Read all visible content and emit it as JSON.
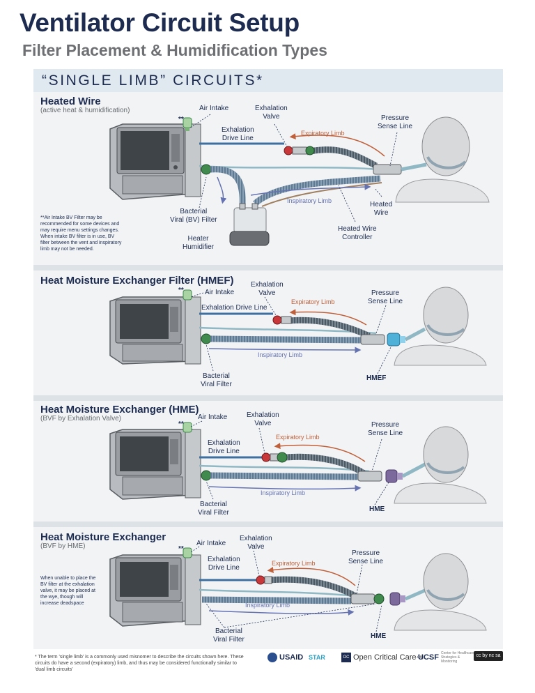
{
  "header": {
    "title": "Ventilator Circuit Setup",
    "subtitle": "Filter Placement & Humidification Types"
  },
  "banner": "“SINGLE LIMB” CIRCUITS*",
  "colors": {
    "navy": "#1c2b4f",
    "expiratory": "#c0603a",
    "inspiratory": "#6572b0",
    "filter_green": "#3f8a4c",
    "hmef_blue": "#4fb0d8",
    "hme_purple": "#7d6a9c",
    "valve_red": "#c8373a"
  },
  "sections": {
    "s1": {
      "title": "Heated Wire",
      "subtitle": "(active heat & humidification)",
      "stars": "**",
      "labels": {
        "air_intake": "Air Intake",
        "exhalation_valve": "Exhalation\nValve",
        "exhalation_drive_line": "Exhalation\nDrive Line",
        "pressure_sense_line": "Pressure\nSense Line",
        "expiratory_limb": "Expiratory Limb",
        "inspiratory_limb": "Inspiratory Limb",
        "heated_wire": "Heated\nWire",
        "bacterial_filter": "Bacterial\nViral (BV) Filter",
        "heater_humidifier": "Heater\nHumidifier",
        "heated_wire_controller": "Heated Wire\nController"
      },
      "note": "**Air Intake BV Filter  may be recommended for some devices and may require menu settings changes. When intake BV filter is in use, BV filter between the vent and inspiratory limb may not be needed."
    },
    "s2": {
      "title": "Heat Moisture Exchanger Filter (HMEF)",
      "stars": "**",
      "labels": {
        "air_intake": "Air Intake",
        "exhalation_valve": "Exhalation\nValve",
        "exhalation_drive_line": "Exhalation Drive Line",
        "expiratory_limb": "Expiratory Limb",
        "pressure_sense_line": "Pressure\nSense Line",
        "inspiratory_limb": "Inspiratory Limb",
        "bacterial_filter": "Bacterial\nViral Filter",
        "device": "HMEF"
      }
    },
    "s3": {
      "title": "Heat Moisture Exchanger (HME)",
      "subtitle": "(BVF by Exhalation Valve)",
      "stars": "**",
      "labels": {
        "air_intake": "Air Intake",
        "exhalation_valve": "Exhalation\nValve",
        "exhalation_drive_line": "Exhalation\nDrive Line",
        "expiratory_limb": "Expiratory Limb",
        "pressure_sense_line": "Pressure\nSense Line",
        "inspiratory_limb": "Inspiratory Limb",
        "bacterial_filter": "Bacterial\nViral Filter",
        "device": "HME"
      }
    },
    "s4": {
      "title": "Heat Moisture Exchanger",
      "subtitle": "(BVF by HME)",
      "stars": "**",
      "labels": {
        "air_intake": "Air Intake",
        "exhalation_valve": "Exhalation\nValve",
        "exhalation_drive_line": "Exhalation\nDrive Line",
        "expiratory_limb": "Expiratory Limb",
        "pressure_sense_line": "Pressure\nSense Line",
        "inspiratory_limb": "Inspiratory Limb",
        "bacterial_filter": "Bacterial\nViral Filter",
        "device": "HME"
      },
      "note": "When unable to place the BV filter at the exhalation valve, it may be placed at the wye, though will increase deadspace"
    }
  },
  "footnote": "* The term 'single limb' is a commonly used misnomer to describe the circuits shown here. These circuits do have a second (expiratory) limb, and thus may be considered functionally similar to 'dual limb circuits'",
  "logos": {
    "usaid": "USAID",
    "star": "STAR",
    "occ": "Open Critical Care",
    "occ_suffix": ".org",
    "occ_badge": "OC",
    "ucsf": "UCSF",
    "ucsf_sub": "Center for Healthcare Strategies & Monitoring",
    "cc": "cc by nc sa"
  }
}
